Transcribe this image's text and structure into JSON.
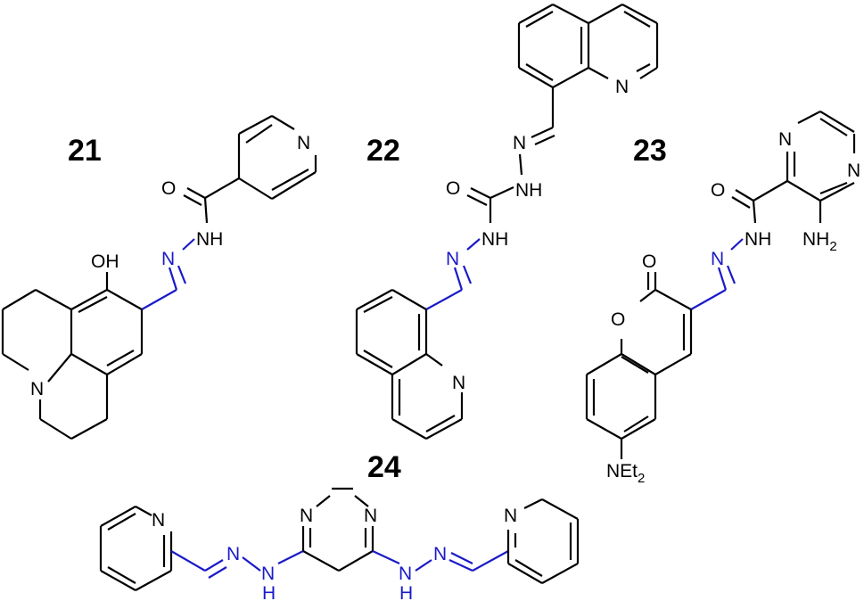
{
  "compounds": [
    {
      "number": "21",
      "labels": {
        "N_pyridine": "N",
        "O_amide": "O",
        "NH": "NH",
        "N_imine": "N",
        "OH": "OH",
        "N_julolidine": "N"
      }
    },
    {
      "number": "22",
      "labels": {
        "N_quinoline_top": "N",
        "N_imine_top": "N",
        "NH_top": "NH",
        "O": "O",
        "NH_bottom": "NH",
        "N_imine_bottom": "N",
        "N_quinoline_bottom": "N"
      }
    },
    {
      "number": "23",
      "labels": {
        "N_pyrazine_1": "N",
        "N_pyrazine_2": "N",
        "O_amide": "O",
        "NH": "NH",
        "NH2": "NH",
        "NH2_subscript": "2",
        "N_imine": "N",
        "O_lactone": "O",
        "O_ring": "O",
        "NEt2": "NEt",
        "NEt2_subscript": "2"
      }
    },
    {
      "number": "24",
      "labels": {
        "N_py_left": "N",
        "N_imine_left": "N",
        "N_hydrazine_left": "N",
        "H_left": "H",
        "N_pym_1": "N",
        "N_pym_2": "N",
        "N_hydrazine_right": "N",
        "H_right": "H",
        "N_imine_right": "N",
        "N_py_right": "N"
      }
    }
  ],
  "colors": {
    "bond": "#000000",
    "highlight": "#1a1ac8",
    "background": "#ffffff"
  }
}
